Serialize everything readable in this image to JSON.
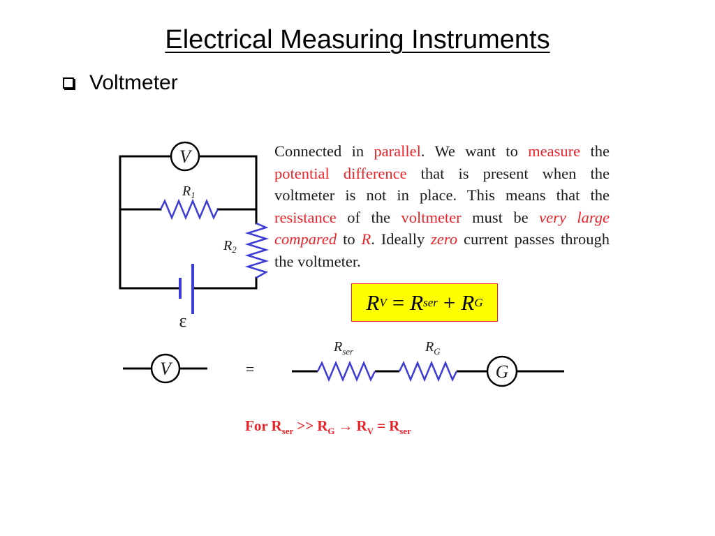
{
  "slide": {
    "title": "Electrical Measuring Instruments",
    "bullet": "Voltmeter"
  },
  "circuit": {
    "voltmeter_symbol": "V",
    "r1_label": "R",
    "r1_sub": "1",
    "r2_label": "R",
    "r2_sub": "2",
    "emf_label": "ε"
  },
  "description": {
    "parts": [
      {
        "text": "Connected in ",
        "style": "normal"
      },
      {
        "text": "parallel",
        "style": "highlight"
      },
      {
        "text": ".  We want to ",
        "style": "normal"
      },
      {
        "text": "measure",
        "style": "highlight"
      },
      {
        "text": " the ",
        "style": "normal"
      },
      {
        "text": "potential difference",
        "style": "highlight"
      },
      {
        "text": " that is present when the voltmeter is not in place.  This means that the ",
        "style": "normal"
      },
      {
        "text": "resistance",
        "style": "highlight"
      },
      {
        "text": " of the ",
        "style": "normal"
      },
      {
        "text": "voltmeter",
        "style": "highlight"
      },
      {
        "text": " must be ",
        "style": "normal"
      },
      {
        "text": "very large compared",
        "style": "highlight-italic"
      },
      {
        "text": " to ",
        "style": "normal"
      },
      {
        "text": "R",
        "style": "highlight-italic"
      },
      {
        "text": ".  Ideally ",
        "style": "normal"
      },
      {
        "text": "zero",
        "style": "highlight-italic"
      },
      {
        "text": " current passes through the voltmeter.",
        "style": "normal"
      }
    ]
  },
  "formula": {
    "lhs": "R",
    "lhs_sub": "V",
    "eq": "=",
    "t1": "R",
    "t1_sub": "ser",
    "plus": "+",
    "t2": "R",
    "t2_sub": "G"
  },
  "equivalent": {
    "voltmeter_symbol": "V",
    "equals": "=",
    "rser_label": "R",
    "rser_sub": "ser",
    "rg_label": "R",
    "rg_sub": "G",
    "galvanometer_symbol": "G"
  },
  "condition": {
    "prefix": "For R",
    "sub1": "ser",
    "gt": ">>",
    "r2": "R",
    "sub2": "G",
    "arrow": "→",
    "r3": "R",
    "sub3": "V",
    "eq": "=",
    "r4": "R",
    "sub4": "ser"
  },
  "colors": {
    "wire": "#000000",
    "resistor": "#3b3bd6",
    "highlight": "#e8232a",
    "formula_bg": "#ffff00"
  }
}
